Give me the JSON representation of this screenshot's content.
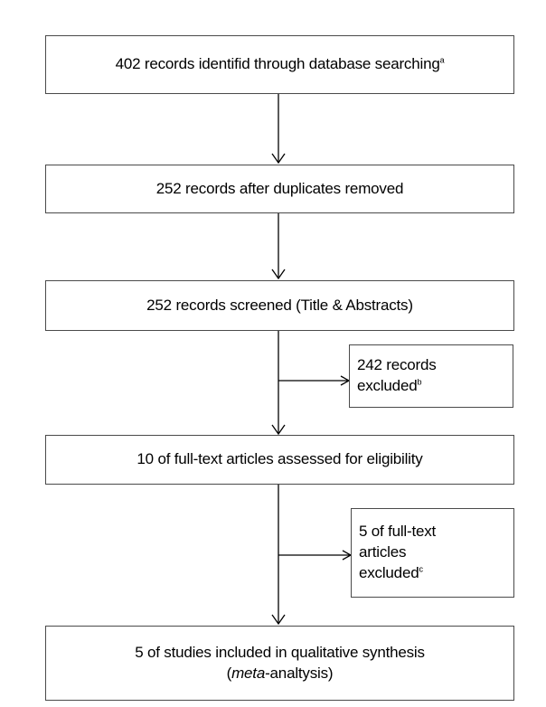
{
  "boxes": {
    "identified": {
      "text": "402 records identifid through database searching",
      "sup": "a"
    },
    "after_duplicates": {
      "text": "252 records after duplicates removed"
    },
    "screened": {
      "text": "252 records screened (Title & Abstracts)"
    },
    "fulltext": {
      "text": "10 of full-text articles assessed for eligibility"
    },
    "included": {
      "line1": "5 of studies included in qualitative synthesis",
      "line2_italic": "meta",
      "line2_rest": "-analtysis)",
      "line2_open": "("
    }
  },
  "exclusions": {
    "screen_excluded": {
      "line1": "242 records",
      "line2": "excluded",
      "sup": "b"
    },
    "fulltext_excluded": {
      "line1": "5 of full-text",
      "line2": "articles",
      "line3": "excluded",
      "sup": "c"
    }
  }
}
